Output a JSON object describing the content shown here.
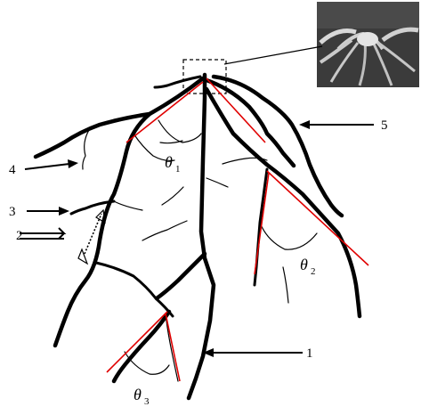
{
  "figure": {
    "number_labels": {
      "l1": "1",
      "l2": "2",
      "l3": "3",
      "l4": "4",
      "l5": "5"
    },
    "angles": [
      {
        "symbol": "θ",
        "sub": "1"
      },
      {
        "symbol": "θ",
        "sub": "2"
      },
      {
        "symbol": "θ",
        "sub": "3"
      }
    ],
    "colors": {
      "root": "#000000",
      "angle_line": "#e00000",
      "photo_bg": "#3a3a3a"
    },
    "inset_photo": "root-system-photo"
  }
}
